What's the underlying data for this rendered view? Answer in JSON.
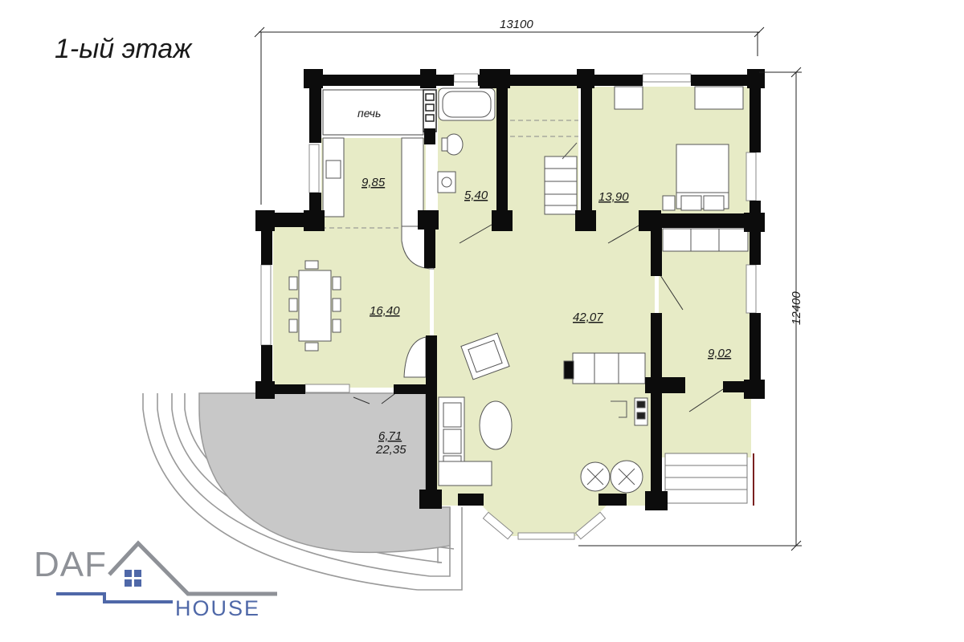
{
  "plan": {
    "title": "1-ый этаж",
    "dimensions": {
      "width": "13100",
      "depth": "12400"
    },
    "stove_label": "печь",
    "rooms": [
      {
        "id": "kitchen",
        "area": "9,85"
      },
      {
        "id": "bathroom",
        "area": "5,40"
      },
      {
        "id": "bedroom",
        "area": "13,90"
      },
      {
        "id": "dining",
        "area": "16,40"
      },
      {
        "id": "living",
        "area": "42,07"
      },
      {
        "id": "study",
        "area": "9,02"
      }
    ],
    "terrace": {
      "area_a": "6,71",
      "area_b": "22,35"
    }
  },
  "logo": {
    "part1": "DAF",
    "part2": "HOUSE"
  },
  "colors": {
    "floor": "#e7ebc6",
    "terrace": "#c8c8c8",
    "wall": "#0c0c0c",
    "logo_gray": "#8e9197",
    "logo_blue": "#4f68a8"
  }
}
